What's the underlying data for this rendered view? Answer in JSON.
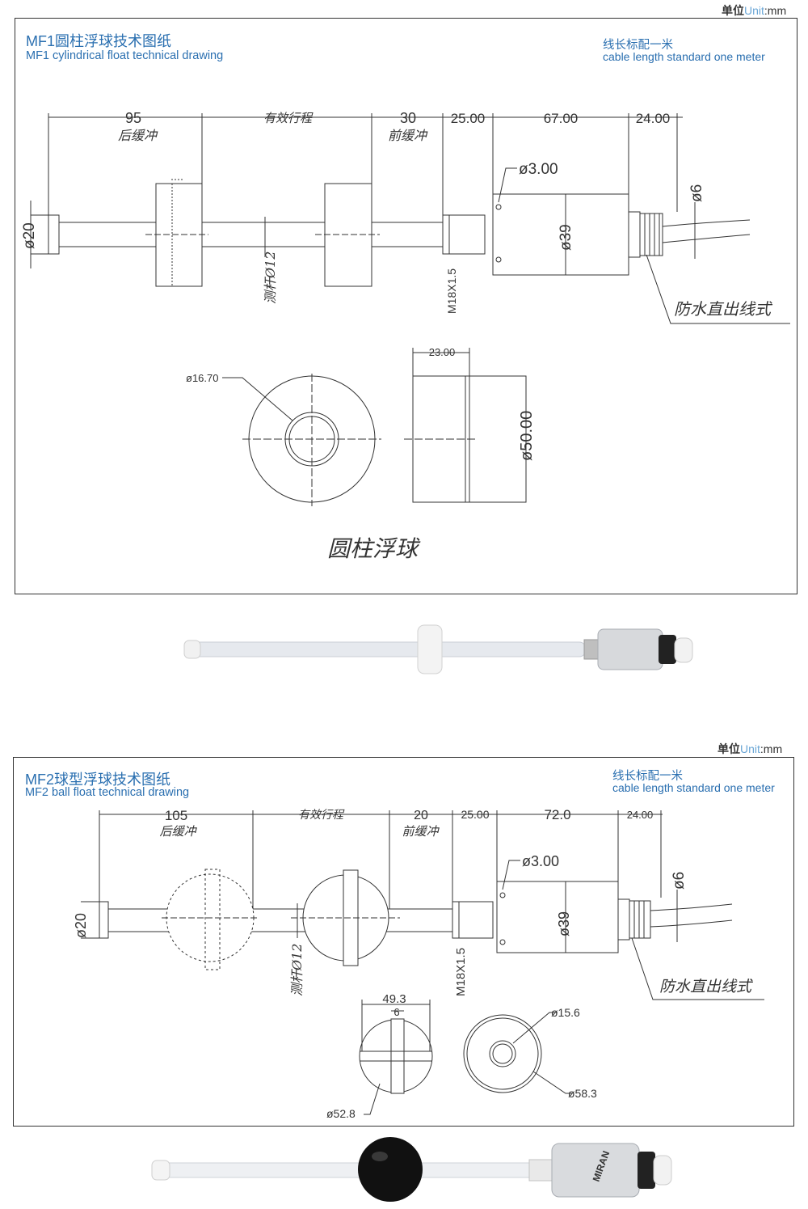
{
  "unit_label": {
    "cn": "单位",
    "en": "Unit",
    "sep": ":",
    "value": "mm"
  },
  "mf1": {
    "title_cn": "MF1圆柱浮球技术图纸",
    "title_en": "MF1 cylindrical float technical drawing",
    "cable_cn": "线长标配一米",
    "cable_en": "cable length standard one meter",
    "dims": {
      "rear_buffer": "95",
      "rear_buffer_label": "后缓冲",
      "stroke_label": "有效行程",
      "front_buffer": "30",
      "front_buffer_label": "前缓冲",
      "thread_len": "25.00",
      "body_len": "67.00",
      "gland_len": "24.00",
      "vent_hole": "ø3.00",
      "cable_dia": "ø6",
      "end_cap_dia": "ø20",
      "rod_dia": "测杆Ø12",
      "body_dia": "ø39",
      "thread": "M18X1.5",
      "waterproof": "防水直出线式",
      "float_bore": "ø16.70",
      "float_width": "23.00",
      "float_dia": "ø50.00"
    },
    "caption": "圆柱浮球"
  },
  "mf2": {
    "title_cn": "MF2球型浮球技术图纸",
    "title_en": "MF2 ball float technical drawing",
    "cable_cn": "线长标配一米",
    "cable_en": "cable length standard one meter",
    "dims": {
      "rear_buffer": "105",
      "rear_buffer_label": "后缓冲",
      "stroke_label": "有效行程",
      "front_buffer": "20",
      "front_buffer_label": "前缓冲",
      "thread_len": "25.00",
      "body_len": "72.0",
      "gland_len": "24.00",
      "vent_hole": "ø3.00",
      "cable_dia": "ø6",
      "end_cap_dia": "ø20",
      "rod_dia": "测杆Ø12",
      "body_dia": "ø39",
      "thread": "M18X1.5",
      "waterproof": "防水直出线式",
      "ball_width": "49.3",
      "ball_groove": "6",
      "ball_dia": "ø52.8",
      "ball_bore": "ø15.6",
      "ball_outer": "ø58.3"
    }
  },
  "photo2_brand": "MIRAN"
}
